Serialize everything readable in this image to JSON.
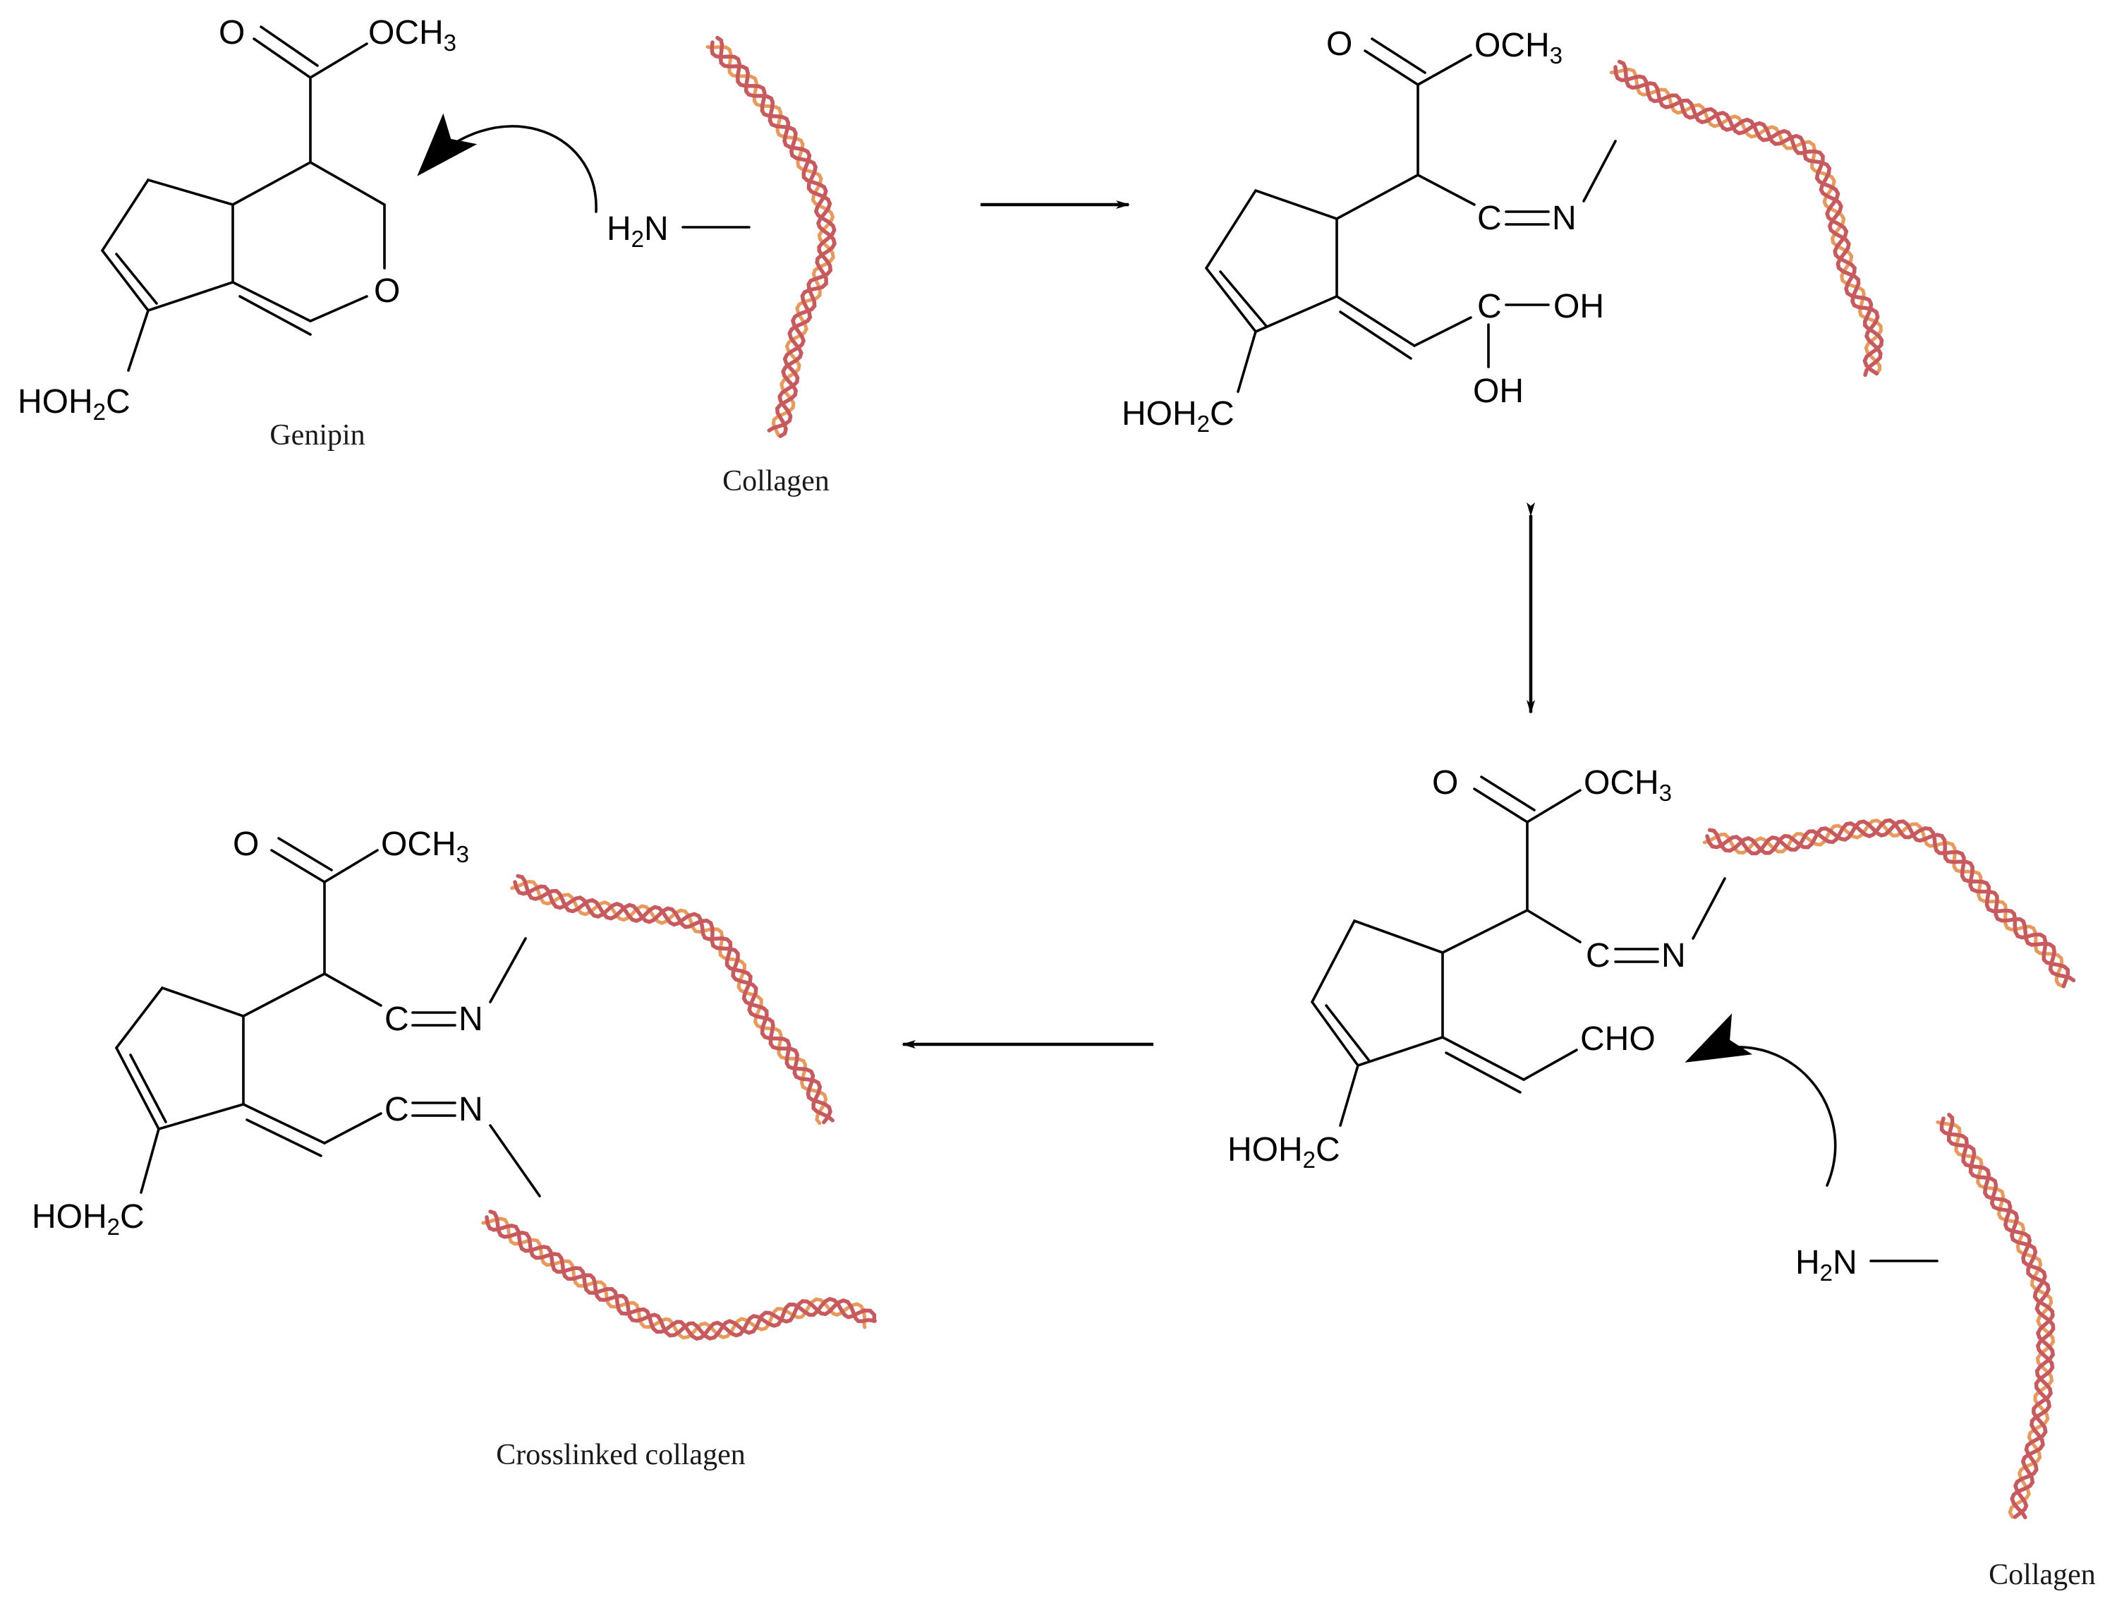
{
  "colors": {
    "strand_outer": "#c85a5e",
    "strand_inner": "#e89a5c",
    "ink": "#000000"
  },
  "labels": {
    "genipin": "Genipin",
    "collagen_top": "Collagen",
    "collagen_bottom": "Collagen",
    "crosslinked": "Crosslinked collagen"
  },
  "atoms": {
    "oxygen": "O",
    "methyl_ester": "OCH",
    "methyl_sub": "3",
    "ring_oxygen": "O",
    "hydroxymethyl_prefix": "HOH",
    "hydroxymethyl_sub": "2",
    "hydroxymethyl_suffix": "C",
    "amine_prefix": "H",
    "amine_sub": "2",
    "amine_suffix": "N",
    "imine_c": "C",
    "imine_n": "N",
    "hemiacetal_c": "C",
    "hydroxyl": "OH",
    "aldehyde": "CHO"
  },
  "arrows": {
    "forward": "reaction-arrow",
    "equilibrium": "double-headed-arrow",
    "final": "reaction-arrow",
    "nucleophilic_attack": "curved-arrow"
  }
}
